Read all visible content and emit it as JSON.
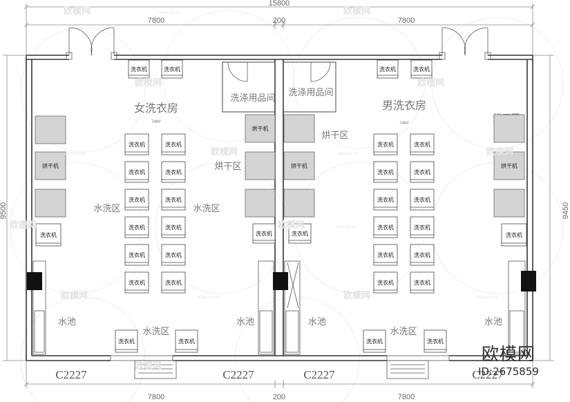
{
  "dimensions": {
    "total_width": "15800",
    "top_left_width": "7800",
    "top_right_width": "7800",
    "center_gap": "200",
    "bottom_left_width": "7800",
    "bottom_right_width": "7800",
    "bottom_center_gap": "200",
    "left_height": "9500",
    "right_height": "9450"
  },
  "rooms": {
    "women": {
      "name": "女洗衣房",
      "area": "74M²"
    },
    "men": {
      "name": "男洗衣房",
      "area": "74M²"
    },
    "storage_left": "洗涤用品间",
    "storage_right": "洗涤用品间"
  },
  "zones": {
    "drying": "烘干区",
    "washing": "水洗区",
    "sink": "水池"
  },
  "machines": {
    "washer": "洗衣机",
    "dryer": "烘干机"
  },
  "windows": [
    "C2227",
    "C2227",
    "C2227",
    "C2227"
  ],
  "watermark": {
    "brand": "欧模网",
    "url": "www.om.cn"
  },
  "brand_stamp": {
    "name": "欧模网",
    "id": "ID:2675859"
  }
}
